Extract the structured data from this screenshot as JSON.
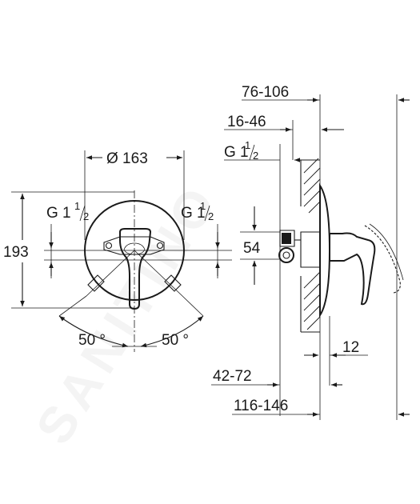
{
  "watermark": "SANITINO",
  "front_view": {
    "diameter_label": "Ø 163",
    "height_label": "193",
    "thread_left": {
      "main": "G 1",
      "fraction_top": "1",
      "fraction_bottom": "2"
    },
    "thread_right": {
      "main": "G 1",
      "fraction_top": "1",
      "fraction_bottom": "2"
    },
    "angle_left": "50 °",
    "angle_right": "50 °"
  },
  "side_view": {
    "depth_outer_label": "76-106",
    "depth_inner_label": "16-46",
    "thread": {
      "main": "G 1",
      "fraction_top": "1",
      "fraction_bottom": "2"
    },
    "height_label": "54",
    "plate_label": "12",
    "body_label": "42-72",
    "total_label": "116-146"
  }
}
